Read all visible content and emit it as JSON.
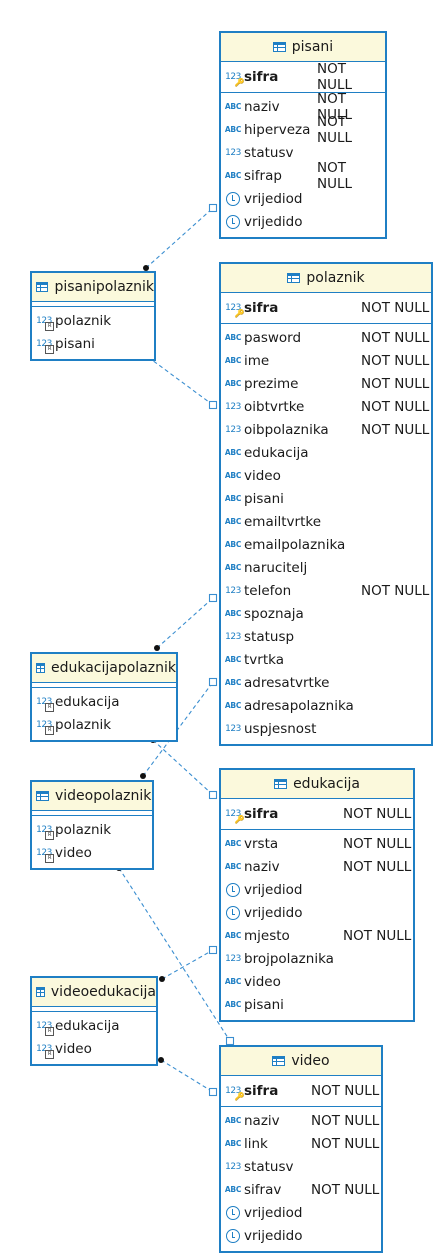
{
  "colors": {
    "border": "#1f7fc4",
    "header_bg": "#fbf9dc",
    "link": "#3a8ed0"
  },
  "entities": {
    "pisani": {
      "name": "pisani",
      "keys": [
        {
          "name": "sifra",
          "icon": "123",
          "constraint": "NOT NULL"
        }
      ],
      "attributes": [
        {
          "name": "naziv",
          "icon": "ABC",
          "constraint": "NOT NULL"
        },
        {
          "name": "hiperveza",
          "icon": "ABC",
          "constraint": "NOT NULL"
        },
        {
          "name": "statusv",
          "icon": "123",
          "constraint": ""
        },
        {
          "name": "sifrap",
          "icon": "ABC",
          "constraint": "NOT NULL"
        },
        {
          "name": "vrijediod",
          "icon": "date",
          "constraint": ""
        },
        {
          "name": "vrijedido",
          "icon": "date",
          "constraint": ""
        }
      ]
    },
    "pisanipolaznik": {
      "name": "pisanipolaznik",
      "keys": [],
      "attributes": [
        {
          "name": "polaznik",
          "icon": "123fk",
          "constraint": ""
        },
        {
          "name": "pisani",
          "icon": "123fk",
          "constraint": ""
        }
      ]
    },
    "polaznik": {
      "name": "polaznik",
      "keys": [
        {
          "name": "sifra",
          "icon": "123",
          "constraint": "NOT NULL"
        }
      ],
      "attributes": [
        {
          "name": "pasword",
          "icon": "ABC",
          "constraint": "NOT NULL"
        },
        {
          "name": "ime",
          "icon": "ABC",
          "constraint": "NOT NULL"
        },
        {
          "name": "prezime",
          "icon": "ABC",
          "constraint": "NOT NULL"
        },
        {
          "name": "oibtvrtke",
          "icon": "123",
          "constraint": "NOT NULL"
        },
        {
          "name": "oibpolaznika",
          "icon": "123",
          "constraint": "NOT NULL"
        },
        {
          "name": "edukacija",
          "icon": "ABC",
          "constraint": ""
        },
        {
          "name": "video",
          "icon": "ABC",
          "constraint": ""
        },
        {
          "name": "pisani",
          "icon": "ABC",
          "constraint": ""
        },
        {
          "name": "emailtvrtke",
          "icon": "ABC",
          "constraint": ""
        },
        {
          "name": "emailpolaznika",
          "icon": "ABC",
          "constraint": ""
        },
        {
          "name": "narucitelj",
          "icon": "ABC",
          "constraint": ""
        },
        {
          "name": "telefon",
          "icon": "123",
          "constraint": "NOT NULL"
        },
        {
          "name": "spoznaja",
          "icon": "ABC",
          "constraint": ""
        },
        {
          "name": "statusp",
          "icon": "123",
          "constraint": ""
        },
        {
          "name": "tvrtka",
          "icon": "ABC",
          "constraint": ""
        },
        {
          "name": "adresatvrtke",
          "icon": "ABC",
          "constraint": ""
        },
        {
          "name": "adresapolaznika",
          "icon": "ABC",
          "constraint": ""
        },
        {
          "name": "uspjesnost",
          "icon": "123",
          "constraint": ""
        }
      ]
    },
    "edukacijapolaznik": {
      "name": "edukacijapolaznik",
      "keys": [],
      "attributes": [
        {
          "name": "edukacija",
          "icon": "123fk",
          "constraint": ""
        },
        {
          "name": "polaznik",
          "icon": "123fk",
          "constraint": ""
        }
      ]
    },
    "videopolaznik": {
      "name": "videopolaznik",
      "keys": [],
      "attributes": [
        {
          "name": "polaznik",
          "icon": "123fk",
          "constraint": ""
        },
        {
          "name": "video",
          "icon": "123fk",
          "constraint": ""
        }
      ]
    },
    "edukacija": {
      "name": "edukacija",
      "keys": [
        {
          "name": "sifra",
          "icon": "123",
          "constraint": "NOT NULL"
        }
      ],
      "attributes": [
        {
          "name": "vrsta",
          "icon": "ABC",
          "constraint": "NOT NULL"
        },
        {
          "name": "naziv",
          "icon": "ABC",
          "constraint": "NOT NULL"
        },
        {
          "name": "vrijediod",
          "icon": "date",
          "constraint": ""
        },
        {
          "name": "vrijedido",
          "icon": "date",
          "constraint": ""
        },
        {
          "name": "mjesto",
          "icon": "ABC",
          "constraint": "NOT NULL"
        },
        {
          "name": "brojpolaznika",
          "icon": "123",
          "constraint": ""
        },
        {
          "name": "video",
          "icon": "ABC",
          "constraint": ""
        },
        {
          "name": "pisani",
          "icon": "ABC",
          "constraint": ""
        }
      ]
    },
    "videoedukacija": {
      "name": "videoedukacija",
      "keys": [],
      "attributes": [
        {
          "name": "edukacija",
          "icon": "123fk",
          "constraint": ""
        },
        {
          "name": "video",
          "icon": "123fk",
          "constraint": ""
        }
      ]
    },
    "video": {
      "name": "video",
      "keys": [
        {
          "name": "sifra",
          "icon": "123",
          "constraint": "NOT NULL"
        }
      ],
      "attributes": [
        {
          "name": "naziv",
          "icon": "ABC",
          "constraint": "NOT NULL"
        },
        {
          "name": "link",
          "icon": "ABC",
          "constraint": "NOT NULL"
        },
        {
          "name": "statusv",
          "icon": "123",
          "constraint": ""
        },
        {
          "name": "sifrav",
          "icon": "ABC",
          "constraint": "NOT NULL"
        },
        {
          "name": "vrijediod",
          "icon": "date",
          "constraint": ""
        },
        {
          "name": "vrijedido",
          "icon": "date",
          "constraint": ""
        }
      ]
    }
  },
  "relationships": [
    {
      "from": "pisanipolaznik",
      "to": "pisani"
    },
    {
      "from": "pisanipolaznik",
      "to": "polaznik"
    },
    {
      "from": "edukacijapolaznik",
      "to": "polaznik"
    },
    {
      "from": "edukacijapolaznik",
      "to": "edukacija"
    },
    {
      "from": "videopolaznik",
      "to": "polaznik"
    },
    {
      "from": "videopolaznik",
      "to": "video"
    },
    {
      "from": "videoedukacija",
      "to": "edukacija"
    },
    {
      "from": "videoedukacija",
      "to": "video"
    }
  ]
}
